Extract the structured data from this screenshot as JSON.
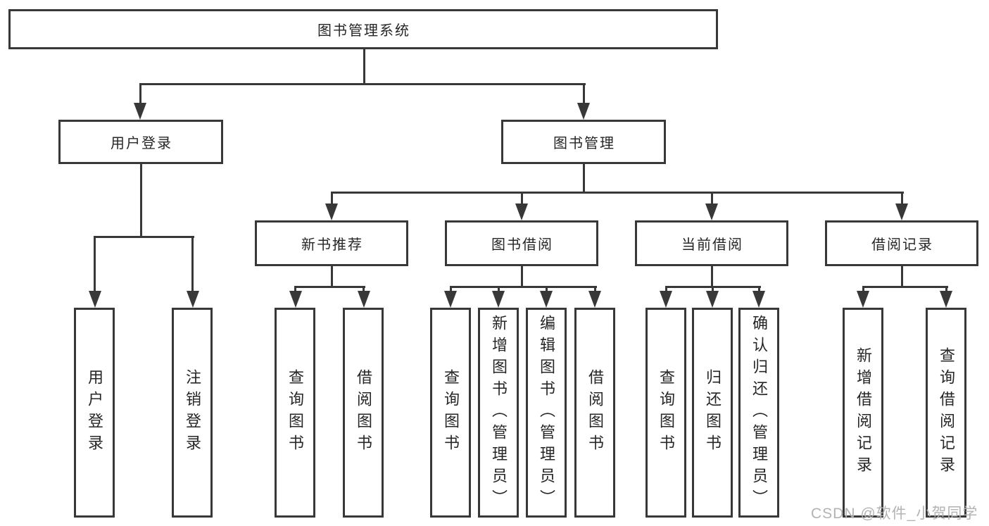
{
  "colors": {
    "line": "#383838",
    "box_border": "#383838",
    "text": "#262626",
    "watermark": "#b3b3b3",
    "background": "#ffffff"
  },
  "tree": {
    "root": {
      "label": "图书管理系统"
    },
    "level2": [
      {
        "label": "用户登录"
      },
      {
        "label": "图书管理"
      }
    ],
    "level3": [
      {
        "label": "新书推荐"
      },
      {
        "label": "图书借阅"
      },
      {
        "label": "当前借阅"
      },
      {
        "label": "借阅记录"
      }
    ],
    "leaves": {
      "user_login": [
        "用户登录",
        "注销登录"
      ],
      "new_book": [
        "查询图书",
        "借阅图书"
      ],
      "book_borrow": [
        "查询图书",
        "新增图书（管理员）",
        "编辑图书（管理员）",
        "借阅图书"
      ],
      "current_borrow": [
        "查询图书",
        "归还图书",
        "确认归还（管理员）"
      ],
      "borrow_records": [
        "新增借阅记录",
        "查询借阅记录"
      ]
    }
  },
  "watermark": {
    "text": "CSDN @软件_小贺同学"
  }
}
